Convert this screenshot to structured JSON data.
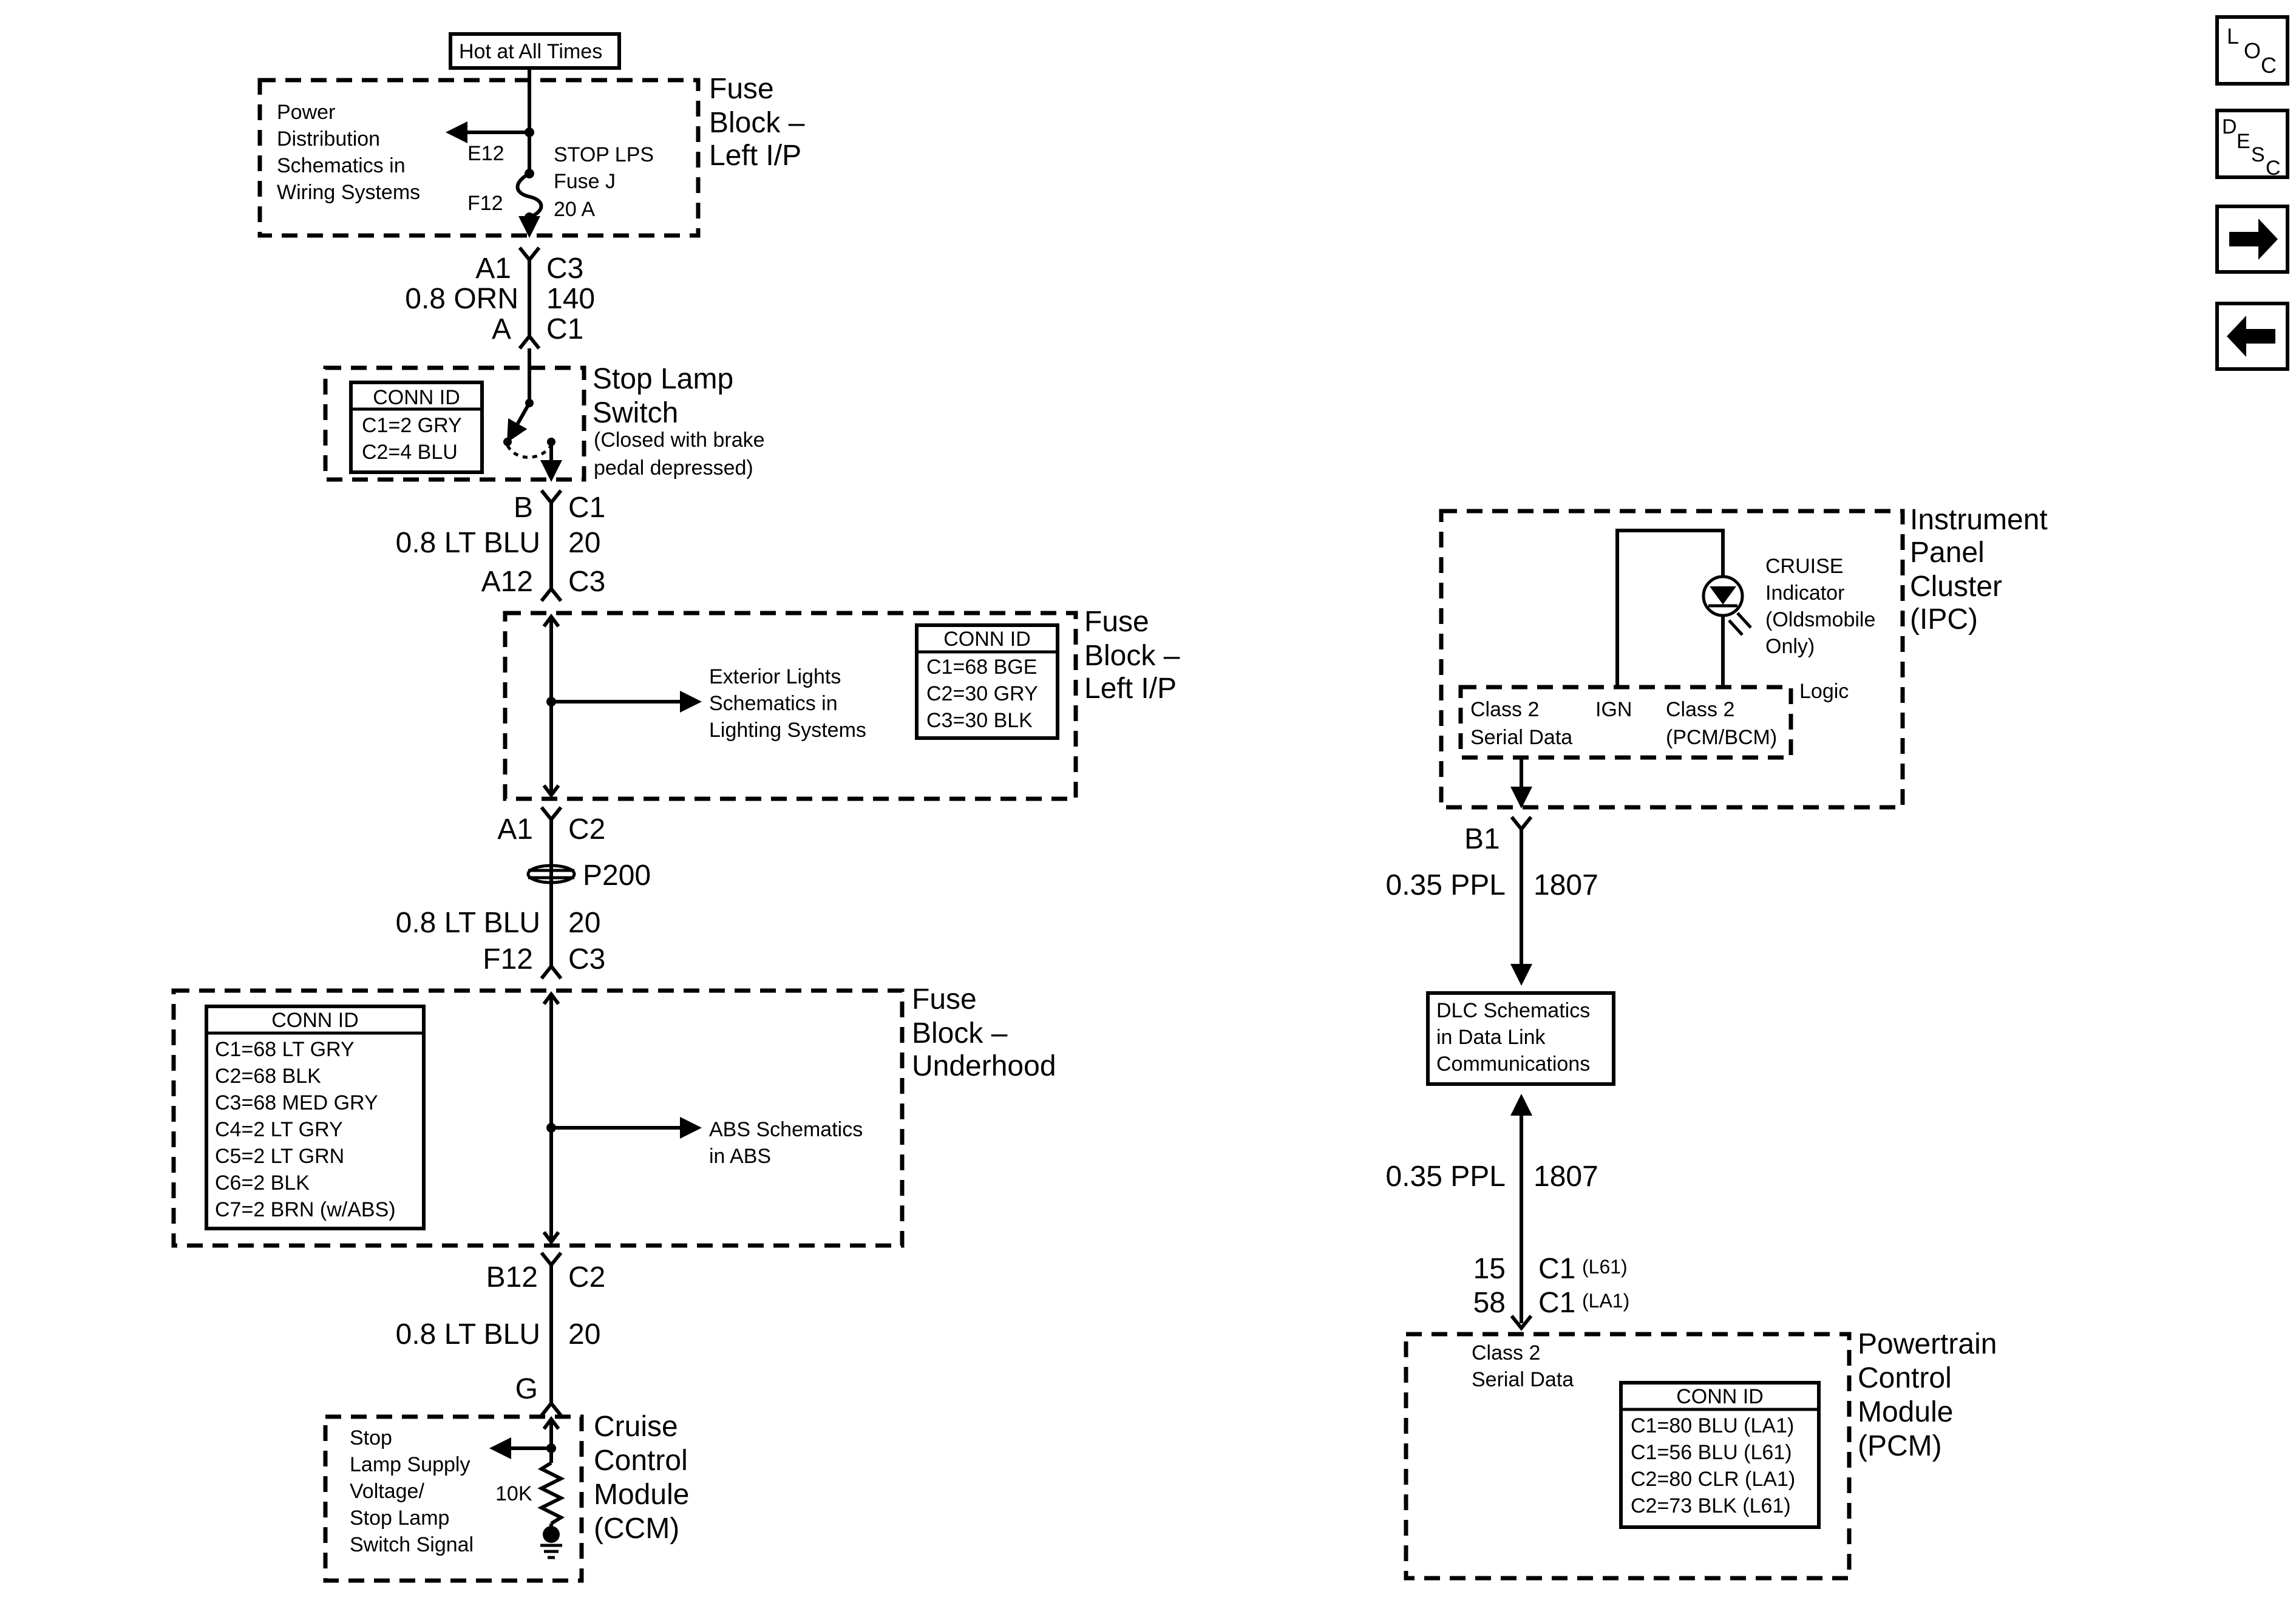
{
  "nav": {
    "loc": [
      "L",
      "O",
      "C"
    ],
    "desc": [
      "D",
      "E",
      "S",
      "C"
    ],
    "forward_icon": "right-arrow-icon",
    "back_icon": "left-arrow-icon"
  },
  "hot": "Hot at All Times",
  "fuse_lip_top": {
    "title": [
      "Fuse",
      "Block –",
      "Left I/P"
    ],
    "power_dist": [
      "Power",
      "Distribution",
      "Schematics in",
      "Wiring Systems"
    ],
    "e12": "E12",
    "f12": "F12",
    "fuse": [
      "STOP LPS",
      "Fuse J",
      "20 A"
    ]
  },
  "wire1": {
    "top_l": "A1",
    "top_r": "C3",
    "label_l": "0.8 ORN",
    "label_r": "140",
    "bot_l": "A",
    "bot_r": "C1"
  },
  "stop_switch": {
    "title": [
      "Stop Lamp",
      "Switch"
    ],
    "note": [
      "(Closed with brake",
      "pedal depressed)"
    ],
    "conn": [
      "CONN ID",
      "C1=2 GRY",
      "C2=4 BLU"
    ]
  },
  "wire2": {
    "top_l": "B",
    "top_r": "C1",
    "label_l": "0.8 LT BLU",
    "label_r": "20",
    "bot_l": "A12",
    "bot_r": "C3"
  },
  "fuse_lip_mid": {
    "title": [
      "Fuse",
      "Block –",
      "Left I/P"
    ],
    "ext": [
      "Exterior Lights",
      "Schematics in",
      "Lighting Systems"
    ],
    "conn": [
      "CONN ID",
      "C1=68 BGE",
      "C2=30 GRY",
      "C3=30 BLK"
    ]
  },
  "wire3": {
    "top_l": "A1",
    "top_r": "C2",
    "splice": "P200",
    "label_l": "0.8 LT BLU",
    "label_r": "20",
    "bot_l": "F12",
    "bot_r": "C3"
  },
  "fuse_uh": {
    "title": [
      "Fuse",
      "Block –",
      "Underhood"
    ],
    "abs": [
      "ABS Schematics",
      "in ABS"
    ],
    "conn": [
      "CONN ID",
      "C1=68 LT GRY",
      "C2=68 BLK",
      "C3=68 MED GRY",
      "C4=2 LT GRY",
      "C5=2 LT GRN",
      "C6=2 BLK",
      "C7=2 BRN (w/ABS)"
    ]
  },
  "wire4": {
    "top_l": "B12",
    "top_r": "C2",
    "label_l": "0.8 LT BLU",
    "label_r": "20",
    "bot_l": "G"
  },
  "ccm": {
    "title": [
      "Cruise",
      "Control",
      "Module",
      "(CCM)"
    ],
    "signal": [
      "Stop",
      "Lamp Supply",
      "Voltage/",
      "Stop Lamp",
      "Switch Signal"
    ],
    "res": "10K"
  },
  "ipc": {
    "title": [
      "Instrument",
      "Panel",
      "Cluster",
      "(IPC)"
    ],
    "cruise": [
      "CRUISE",
      "Indicator",
      "(Oldsmobile",
      "Only)"
    ],
    "logic": "Logic",
    "class2": [
      "Class 2",
      "Serial Data"
    ],
    "ign": "IGN",
    "class2b": [
      "Class 2",
      "(PCM/BCM)"
    ]
  },
  "wire5": {
    "pin": "B1",
    "label_l": "0.35 PPL",
    "label_r": "1807"
  },
  "dlc": [
    "DLC Schematics",
    "in Data Link",
    "Communications"
  ],
  "wire6": {
    "label_l": "0.35 PPL",
    "label_r": "1807",
    "pin1": "15",
    "conn1": "C1",
    "opt1": "(L61)",
    "pin2": "58",
    "conn2": "C1",
    "opt2": "(LA1)"
  },
  "pcm": {
    "title": [
      "Powertrain",
      "Control",
      "Module",
      "(PCM)"
    ],
    "class2": [
      "Class 2",
      "Serial Data"
    ],
    "conn": [
      "CONN ID",
      "C1=80 BLU (LA1)",
      "C1=56 BLU (L61)",
      "C2=80 CLR (LA1)",
      "C2=73 BLK (L61)"
    ]
  }
}
